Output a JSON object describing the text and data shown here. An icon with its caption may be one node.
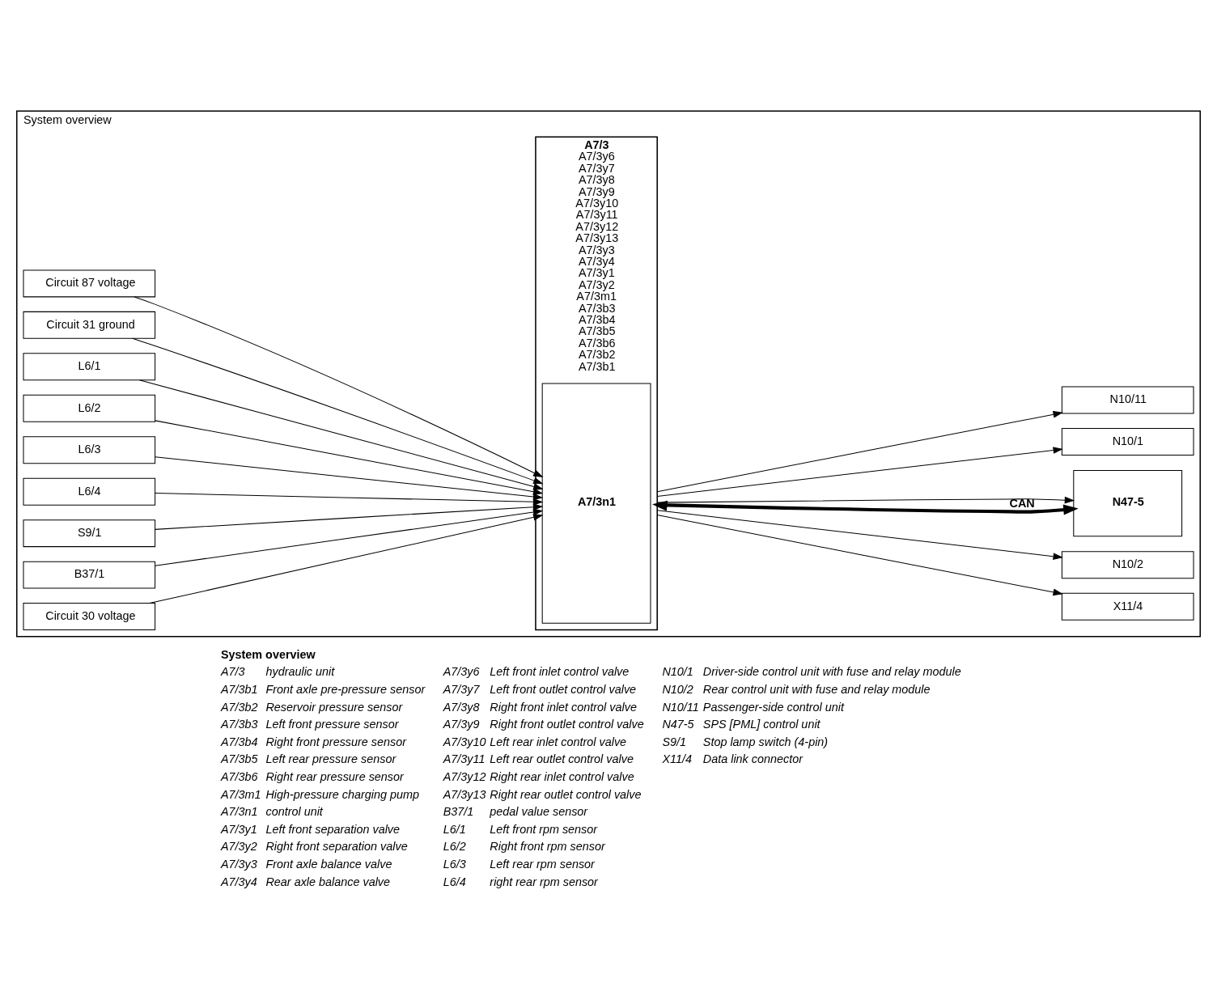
{
  "diagram": {
    "nodes": [
      {
        "text": [
          "System overview"
        ]
      },
      {
        "text": [
          "Circuit 30 voltage"
        ],
        "in": 0
      },
      {
        "text": [
          "Circuit 87 voltage"
        ],
        "in": 0
      },
      {
        "text": [
          "Circuit 31 ground"
        ],
        "in": 0
      },
      {
        "text": [
          "L6/1"
        ],
        "in": 0
      },
      {
        "text": [
          "L6/2"
        ],
        "in": 0
      },
      {
        "text": [
          "L6/3"
        ],
        "in": 0
      },
      {
        "text": [
          "L6/4"
        ],
        "in": 0
      },
      {
        "text": [
          "S9/1"
        ],
        "in": 0
      },
      {
        "text": [
          "B37/1"
        ],
        "in": 0
      },
      {
        "text": [
          "A7/3",
          "A7/3y6",
          "A7/3y7",
          "A7/3y8",
          "A7/3y9",
          "A7/3y10",
          "A7/3y11",
          "A7/3y12",
          "A7/3y13",
          "A7/3y3",
          "A7/3y4",
          "A7/3y1",
          "A7/3y2",
          "A7/3m1",
          "A7/3b3",
          "A7/3b4",
          "A7/3b5",
          "A7/3b6",
          "A7/3b2",
          "A7/3b1"
        ],
        "in": 0
      },
      {
        "text": [
          "A7/3n1"
        ],
        "in": 10
      },
      {
        "text": [
          "X11/4"
        ],
        "in": 0
      },
      {
        "text": [
          "N10/2"
        ],
        "in": 0
      },
      {
        "text": [
          "N47-5"
        ],
        "in": 0
      },
      {
        "text": [
          "N10/1"
        ],
        "in": 0
      },
      {
        "text": [
          "N10/11"
        ],
        "in": 0
      }
    ],
    "edges": [
      {
        "from": 1,
        "to": 11,
        "arrow": "to"
      },
      {
        "from": 2,
        "to": 11,
        "arrow": "to"
      },
      {
        "from": 3,
        "to": 11,
        "arrow": "to"
      },
      {
        "from": 4,
        "to": 11,
        "arrow": "to"
      },
      {
        "from": 5,
        "to": 11,
        "arrow": "to"
      },
      {
        "from": 6,
        "to": 11,
        "arrow": "to"
      },
      {
        "from": 7,
        "to": 11,
        "arrow": "to"
      },
      {
        "from": 8,
        "to": 11,
        "arrow": "to"
      },
      {
        "from": 9,
        "to": 11,
        "arrow": "to"
      },
      {
        "from": 10,
        "to": 12,
        "arrow": "to"
      },
      {
        "from": 10,
        "to": 13,
        "arrow": "to"
      },
      {
        "from": 10,
        "to": 14,
        "arrow": "both",
        "label": "CAN",
        "style": "thick"
      },
      {
        "from": 10,
        "to": 14,
        "arrow": "to"
      },
      {
        "from": 10,
        "to": 15,
        "arrow": "to"
      },
      {
        "from": 10,
        "to": 16,
        "arrow": "to"
      }
    ],
    "labels": [
      "System overview",
      "A7/3",
      "hydraulic unit",
      "A7/3b1",
      "Front axle pre-pressure sensor",
      "A7/3b2",
      "Reservoir pressure sensor",
      "A7/3b3",
      "Left front pressure sensor",
      "A7/3b4",
      "Right front pressure sensor",
      "A7/3b5",
      "Left rear pressure sensor",
      "A7/3b6",
      "Right rear pressure sensor",
      "A7/3m1",
      "High-pressure charging pump",
      "A7/3n1",
      "control unit",
      "A7/3y1",
      "Left front separation valve",
      "A7/3y2",
      "Right front separation valve",
      "A7/3y3",
      "Front axle balance valve",
      "A7/3y4",
      "Rear axle balance valve",
      "A7/3y6",
      "Left front inlet control valve",
      "A7/3y7",
      "Left front outlet control valve",
      "A7/3y8",
      "Right front inlet control valve",
      "A7/3y9",
      "Right front outlet control valve",
      "A7/3y10",
      "Left rear inlet control valve",
      "A7/3y11",
      "Left rear outlet control valve",
      "A7/3y12",
      "Right rear inlet control valve",
      "A7/3y13",
      "Right rear outlet control valve",
      "B37/1",
      "pedal value sensor",
      "L6/1",
      "Left front rpm sensor",
      "L6/2",
      "Right front rpm sensor",
      "L6/3",
      "Left rear rpm sensor",
      "L6/4",
      "right rear rpm sensor",
      "N10/1",
      "Driver-side control unit with fuse and relay module",
      "N10/2",
      "Rear control unit with fuse and relay module",
      "N10/11",
      "Passenger-side control unit",
      "N47-5",
      "SPS [PML] control unit",
      "S9/1",
      "Stop lamp switch (4-pin)",
      "X11/4",
      "Data link connector"
    ]
  }
}
